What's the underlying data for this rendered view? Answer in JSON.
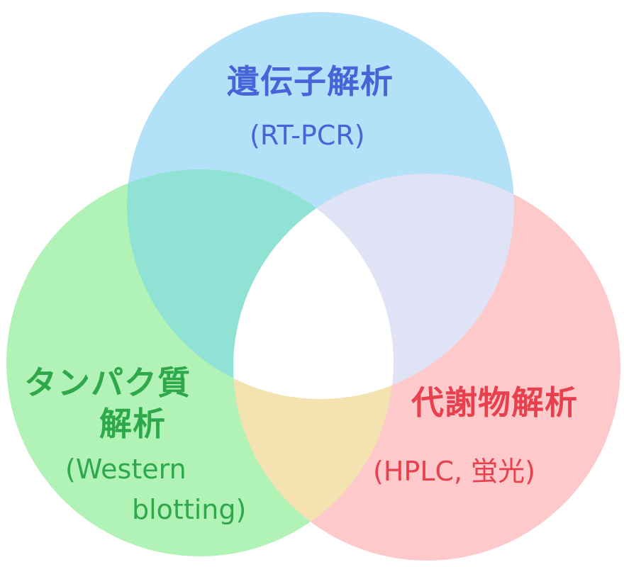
{
  "diagram": {
    "sets": [
      {
        "id": "gene",
        "title": "遺伝子解析",
        "subtitle": "(RT-PCR)",
        "fill": "#b2e1f8",
        "text_color": "#4a63d8"
      },
      {
        "id": "protein",
        "title_line1": "タンパク質",
        "title_line2": "解析",
        "subtitle_line1": "(Western",
        "subtitle_line2": "blotting)",
        "fill": "#b1f3b6",
        "text_color": "#2ea84a"
      },
      {
        "id": "metabolite",
        "title": "代謝物解析",
        "subtitle": "(HPLC, 蛍光)",
        "fill": "#fec9ca",
        "text_color": "#e8404c"
      }
    ],
    "overlap_colors": {
      "gene_protein": "#90e2d4",
      "gene_metabolite": "#e0e2f5",
      "protein_metabolite": "#f4e2b0",
      "all": "#ffffff"
    }
  }
}
